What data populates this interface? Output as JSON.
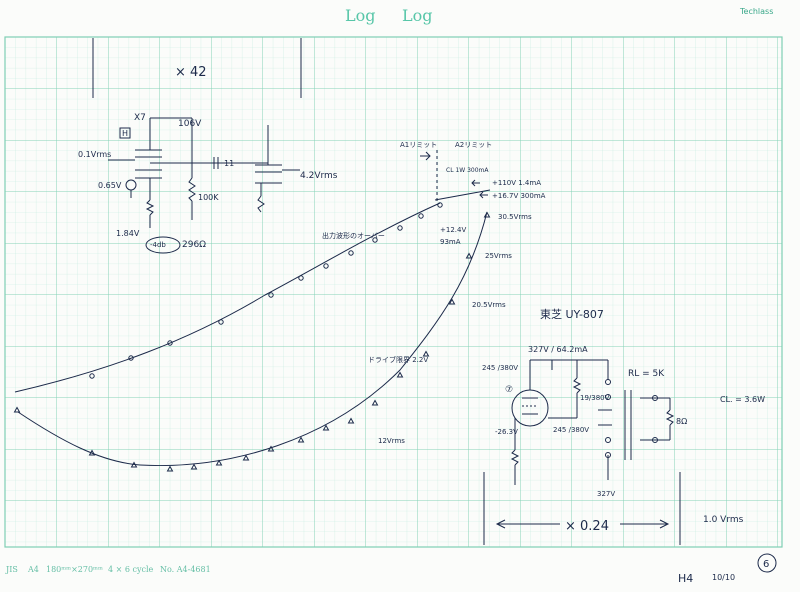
{
  "header": {
    "title_left": "Log",
    "title_right": "Log",
    "brand": "Techlass"
  },
  "colors": {
    "grid_minor": "#b9e6d7",
    "grid_major": "#7fcfb3",
    "header_green": "#57c6a8",
    "ink": "#1c2a4a",
    "paper": "#fbfcfa"
  },
  "footer": {
    "jis": "JIS",
    "size": "A4",
    "dims": "180ᵐᵐ×270ᵐᵐ",
    "cycles": "4 × 6 cycle",
    "number": "No. A4-4681"
  },
  "notes": {
    "gain_top": "× 42",
    "x7": "X7",
    "h_box": "H",
    "v106": "106V",
    "in_level": "0.1Vrms",
    "bias": "0.65V",
    "v184": "1.84V",
    "neg4db": "-4db",
    "k296": "296Ω",
    "r100k": "100K",
    "r11": "11",
    "out_level": "4.2Vrms",
    "a1_label": "A1リミット",
    "a2_label": "A2リミット",
    "cl_label": "CL 1W 300mA",
    "p110v": "+110V 1.4mA",
    "p167v": "+16.7V 300mA",
    "p1 e": "",
    "p12v": "+12.4V",
    "ma93": "93mA",
    "v305": "30.5Vrms",
    "v25": "25Vrms",
    "v205": "20.5Vrms",
    "curve_top_label": "出力波形のオーバー",
    "curve_low_label": "ドライブ限界 2.2V",
    "v12": "12Vrms",
    "tube_title": "東芝 UY-807",
    "plate_v": "327V / 64.2mA",
    "v245a": "245 /380V",
    "v245b": "245 /380V",
    "v19": "19/380V",
    "neg26v": "-26.3V",
    "v327": "327V",
    "rl": "RL = 5K",
    "cl_out": "CL. = 3.6W",
    "ohm8": "8Ω",
    "gain_bottom": "× 0.24",
    "vrms_out": "1.0 Vrms",
    "tube_symbol": "⑦"
  },
  "signature": {
    "name": "H4",
    "date": "10/10",
    "circled": "6"
  }
}
